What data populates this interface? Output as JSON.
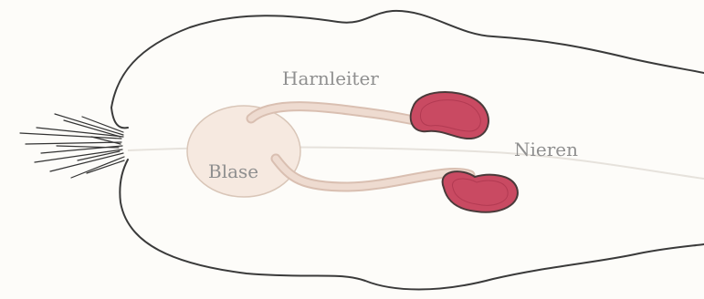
{
  "labels": {
    "harnleiter": "Harnleiter",
    "nieren": "Nieren",
    "blase": "Blase"
  },
  "colors": {
    "paper": "#fdfcf9",
    "outline": "#3a3a3a",
    "bladder": "#f6e9e0",
    "ureter": "#edd8cc",
    "kidney": "#c94a62",
    "label": "#8f8f8f"
  }
}
